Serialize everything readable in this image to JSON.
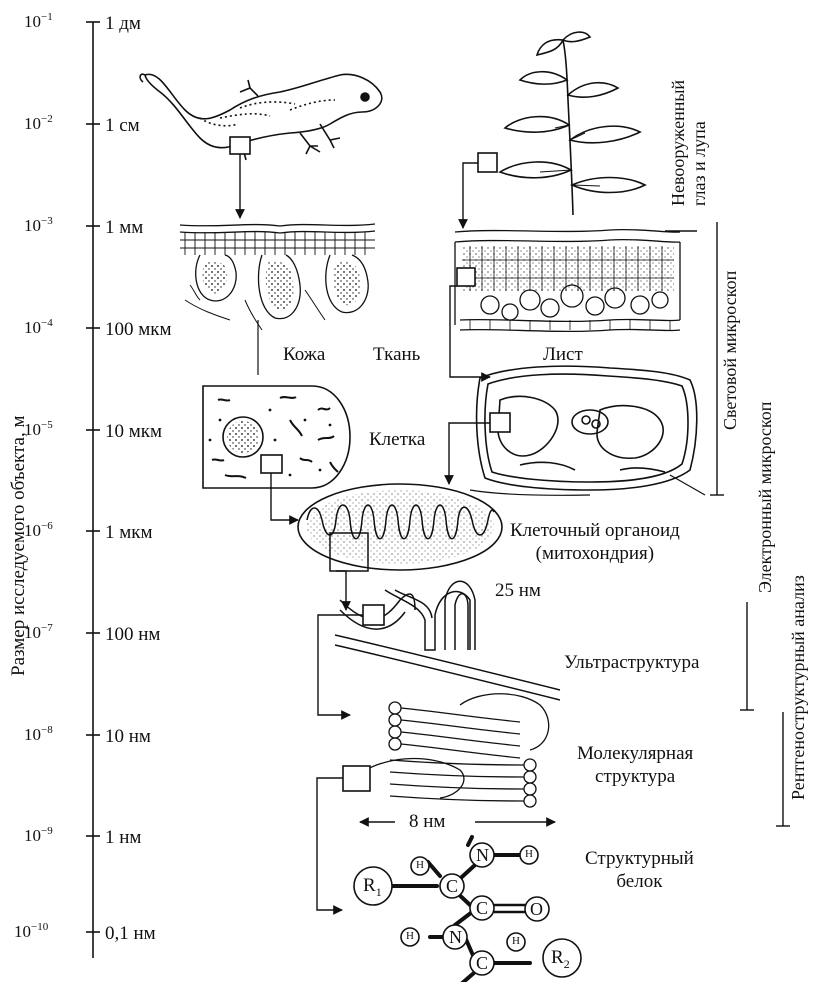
{
  "axis": {
    "label": "Размер исследуемого объекта, м",
    "ticks": [
      {
        "exp": "10",
        "sup": "−1",
        "label": "1 дм"
      },
      {
        "exp": "10",
        "sup": "−2",
        "label": "1 см"
      },
      {
        "exp": "10",
        "sup": "−3",
        "label": "1 мм"
      },
      {
        "exp": "10",
        "sup": "−4",
        "label": "100 мкм"
      },
      {
        "exp": "10",
        "sup": "−5",
        "label": "10 мкм"
      },
      {
        "exp": "10",
        "sup": "−6",
        "label": "1 мкм"
      },
      {
        "exp": "10",
        "sup": "−7",
        "label": "100 нм"
      },
      {
        "exp": "10",
        "sup": "−8",
        "label": "10 нм"
      },
      {
        "exp": "10",
        "sup": "−9",
        "label": "1 нм"
      },
      {
        "exp": "10",
        "sup": "−10",
        "label": "0,1 нм"
      }
    ]
  },
  "labels": {
    "skin": "Кожа",
    "tissue": "Ткань",
    "leaf": "Лист",
    "cell": "Клетка",
    "organelle_line1": "Клеточный органоид",
    "organelle_line2": "(митохондрия)",
    "nm25": "25 нм",
    "ultrastructure": "Ультраструктура",
    "molecular_line1": "Молекулярная",
    "molecular_line2": "структура",
    "nm8": "8 нм",
    "protein_line1": "Структурный",
    "protein_line2": "белок"
  },
  "methods": {
    "naked_eye_line1": "Невооруженный",
    "naked_eye_line2": "глаз и лупа",
    "light_microscope": "Световой микроскоп",
    "electron_microscope": "Электронный микроскоп",
    "xray": "Рентгеноструктурный анализ"
  },
  "atoms": {
    "r1": "R",
    "r1_sub": "1",
    "r2": "R",
    "r2_sub": "2",
    "c": "C",
    "n": "N",
    "o": "O",
    "h": "H"
  }
}
